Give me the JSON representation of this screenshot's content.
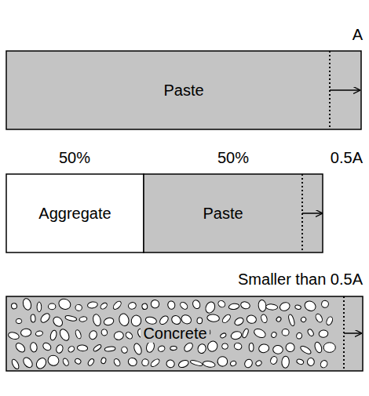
{
  "diagram": {
    "nodes": [
      {
        "text": [
          "Paste"
        ]
      },
      {
        "text": [
          "Aggregate"
        ]
      },
      {
        "text": [
          "Paste"
        ]
      },
      {
        "text": [
          "Concrete"
        ]
      }
    ],
    "labels": [
      "A",
      "50%",
      "50%",
      "0.5A",
      "Smaller than 0.5A"
    ]
  }
}
